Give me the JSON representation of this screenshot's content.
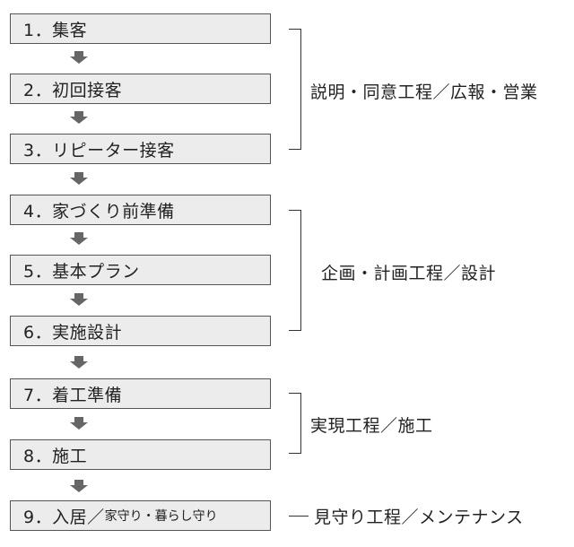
{
  "steps": [
    {
      "label": "1．集客"
    },
    {
      "label": "2．初回接客"
    },
    {
      "label": "3．リピーター接客"
    },
    {
      "label": "4．家づくり前準備"
    },
    {
      "label": "5．基本プラン"
    },
    {
      "label": "6．実施設計"
    },
    {
      "label": "7．着工準備"
    },
    {
      "label": "8．施工"
    },
    {
      "label": "9．入居／",
      "sub": "家守り・暮らし守り"
    }
  ],
  "groups": [
    {
      "label": "説明・同意工程／広報・営業"
    },
    {
      "label": "企画・計画工程／設計"
    },
    {
      "label": "実現工程／施工"
    },
    {
      "label": "見守り工程／メンテナンス"
    }
  ],
  "colors": {
    "box_fill": "#ececec",
    "box_border": "#555555",
    "arrow": "#666666",
    "text": "#222222"
  }
}
